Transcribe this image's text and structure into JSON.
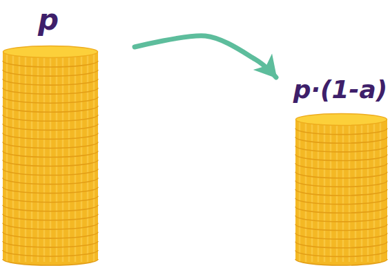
{
  "diagram": {
    "nodes": [
      {
        "text": [
          "p"
        ]
      },
      {
        "text": [
          "p·(1-a)"
        ]
      }
    ],
    "edges": [
      {
        "from": 0,
        "to": 1,
        "arrow": "to"
      }
    ]
  }
}
